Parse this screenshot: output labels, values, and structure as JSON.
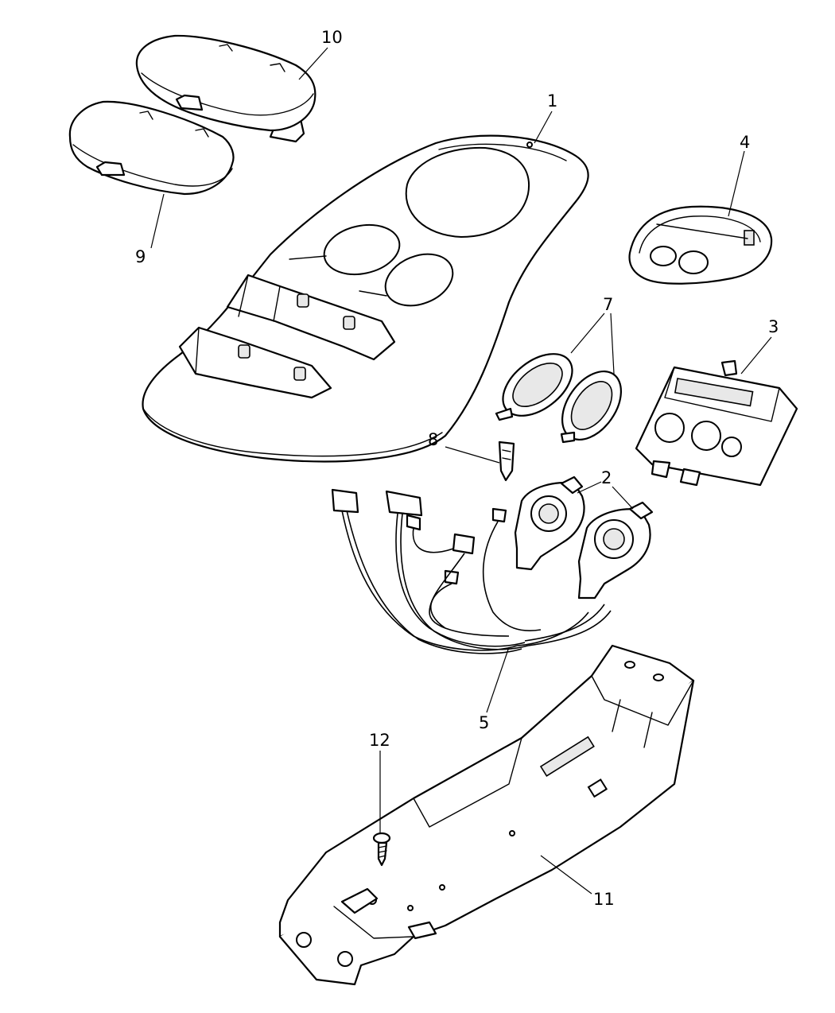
{
  "callouts": {
    "c1": "1",
    "c2": "2",
    "c3": "3",
    "c4": "4",
    "c5": "5",
    "c7": "7",
    "c8": "8",
    "c9": "9",
    "c10": "10",
    "c11": "11",
    "c12": "12"
  }
}
